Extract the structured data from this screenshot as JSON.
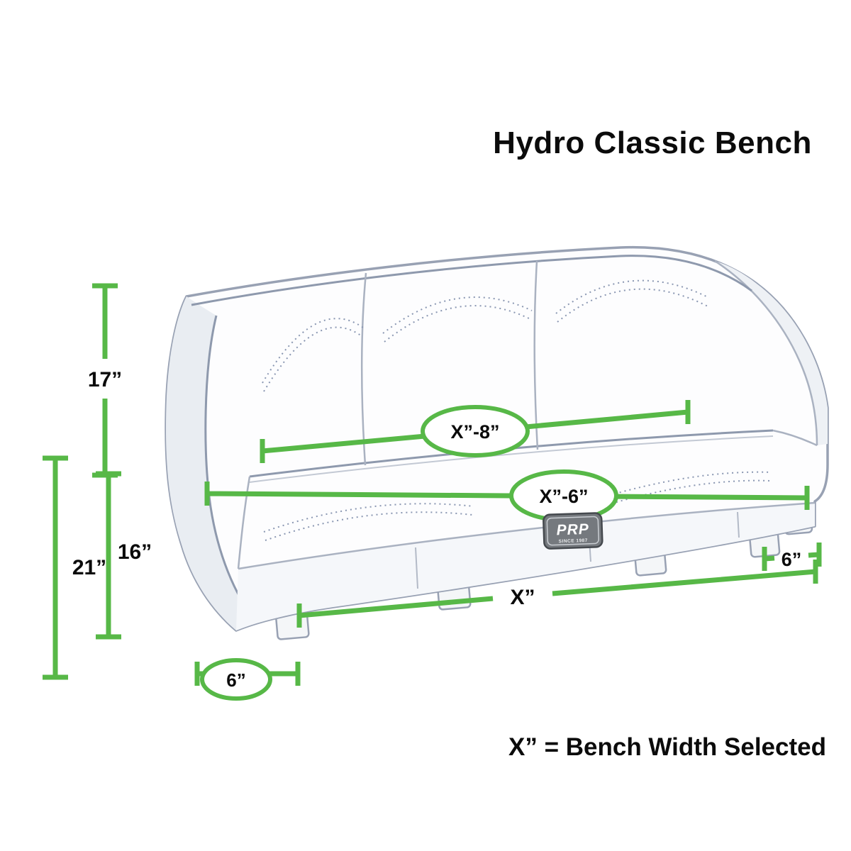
{
  "title": "Hydro Classic Bench",
  "note": "X” = Bench Width Selected",
  "colors": {
    "dimension_green": "#57b847",
    "piping_gray": "#8e99ad",
    "outline_gray": "#98a1b3",
    "text_black": "#0b0b0b"
  },
  "dimensions": {
    "back_height": "17”",
    "total_height": "21”",
    "seat_front_height": "16”",
    "seat_top_width": "X”-8”",
    "seat_mid_width": "X”-6”",
    "overall_width": "X”",
    "right_depth": "6”",
    "left_depth": "6”"
  },
  "logo": {
    "brand": "PRP",
    "tagline": "SINCE 1987"
  }
}
